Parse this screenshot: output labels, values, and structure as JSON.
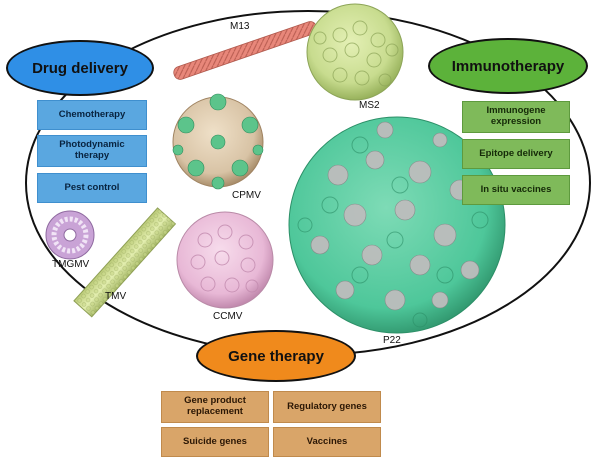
{
  "categories": {
    "drug_delivery": "Drug delivery",
    "immunotherapy": "Immunotherapy",
    "gene_therapy": "Gene therapy"
  },
  "drug_delivery_items": [
    "Chemotherapy",
    "Photodynamic therapy",
    "Pest control"
  ],
  "immunotherapy_items": [
    "Immunogene expression",
    "Epitope delivery",
    "In situ vaccines"
  ],
  "gene_therapy_items": [
    "Gene product replacement",
    "Regulatory genes",
    "Suicide genes",
    "Vaccines"
  ],
  "particles": {
    "m13": "M13",
    "ms2": "MS2",
    "cpmv": "CPMV",
    "tmgmv": "TMGMV",
    "tmv": "TMV",
    "ccmv": "CCMV",
    "p22": "P22"
  },
  "colors": {
    "drug_delivery": "#2f8fe6",
    "immunotherapy": "#5cb23a",
    "gene_therapy": "#f08a1c",
    "m13": "#e8877a",
    "ms2": "#c8dc8f",
    "cpmv_shell": "#d8c3a5",
    "cpmv_accent": "#5cc48b",
    "tmgmv": "#c9a3d6",
    "tmv": "#d6e39a",
    "ccmv": "#e8b8d6",
    "p22_green": "#4ec79a",
    "p22_gray": "#b8b8b8"
  }
}
